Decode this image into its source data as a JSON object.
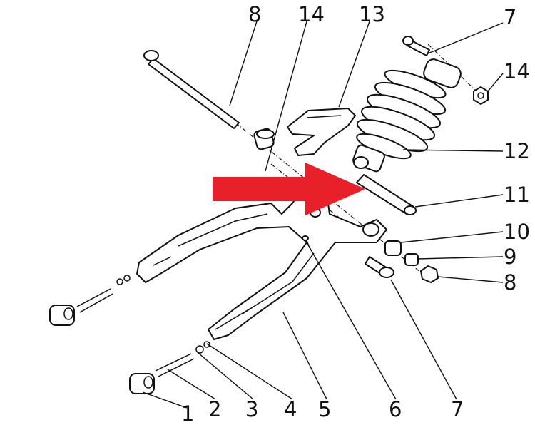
{
  "callouts": [
    {
      "id": "c1",
      "text": "1"
    },
    {
      "id": "c2",
      "text": "2"
    },
    {
      "id": "c3",
      "text": "3"
    },
    {
      "id": "c4",
      "text": "4"
    },
    {
      "id": "c5",
      "text": "5"
    },
    {
      "id": "c6",
      "text": "6"
    },
    {
      "id": "c7b",
      "text": "7"
    },
    {
      "id": "c8r",
      "text": "8"
    },
    {
      "id": "c9",
      "text": "9"
    },
    {
      "id": "c10",
      "text": "10"
    },
    {
      "id": "c11",
      "text": "11"
    },
    {
      "id": "c12",
      "text": "12"
    },
    {
      "id": "c13",
      "text": "13"
    },
    {
      "id": "c14t",
      "text": "14"
    },
    {
      "id": "c14r",
      "text": "14"
    },
    {
      "id": "c7t",
      "text": "7"
    },
    {
      "id": "c8t",
      "text": "8"
    }
  ],
  "colors": {
    "arrow": "#e8202a",
    "line": "#111111",
    "background": "#ffffff"
  }
}
